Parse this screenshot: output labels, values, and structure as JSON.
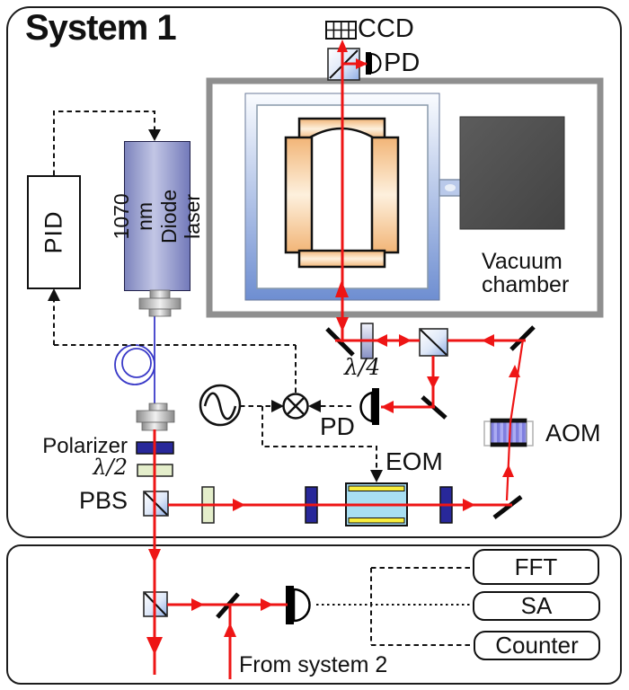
{
  "panels": {
    "system1_title": "System 1"
  },
  "labels": {
    "ccd": "CCD",
    "pd_top": "PD",
    "vacuum_chamber": "Vacuum\nchamber",
    "pid": "PID",
    "diode_laser": "1070 nm\nDiode laser",
    "quarter_waveplate": "λ/4",
    "pd_lock": "PD",
    "eom": "EOM",
    "aom": "AOM",
    "polarizer": "Polarizer",
    "half_waveplate": "λ/2",
    "pbs": "PBS",
    "from_system2": "From system 2"
  },
  "instruments": {
    "fft": "FFT",
    "sa": "SA",
    "counter": "Counter"
  },
  "icons": {
    "ccd_icon": "camera-grid",
    "photodiode_icon": "half-dome-detector",
    "oscillator_icon": "circle-sine",
    "mixer_icon": "circle-x",
    "beamsplitter_cube_icon": "blue-cube-diagonal",
    "mirror_icon": "black-diagonal-bar"
  },
  "colors": {
    "beam_red": "#ee1515",
    "fiber_blue": "#3a3ac8",
    "laser_body": "#9aa0cf",
    "polarizer_navy": "#28289a",
    "waveplate_green": "#e4eecb",
    "eom_core": "#a8dff2",
    "eom_electrode": "#f8ee3c",
    "aom_body": "#9f9fef",
    "chamber_border_gray": "#8f8f8f",
    "chamber_frame_blue": "#6e8ed1",
    "oven_orange": "#f2b577",
    "block_dark_gray": "#4f4f4f"
  }
}
